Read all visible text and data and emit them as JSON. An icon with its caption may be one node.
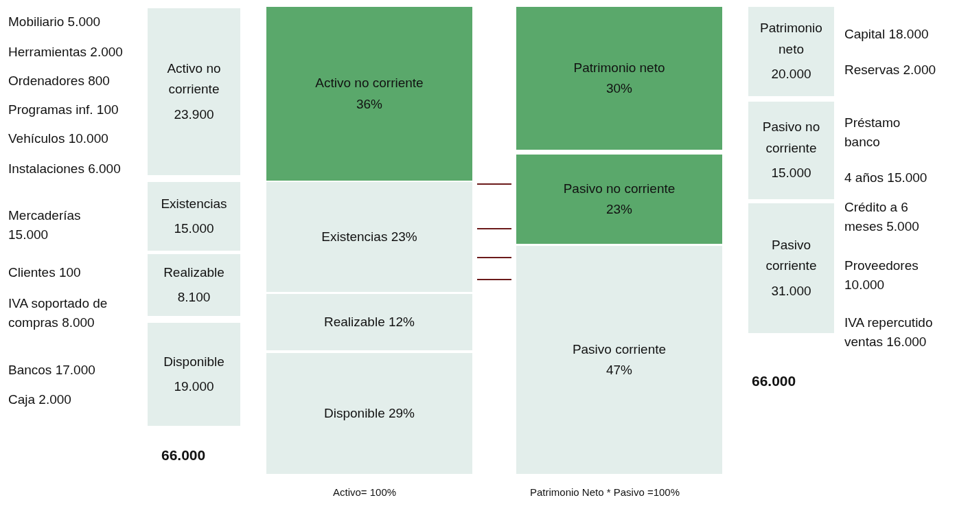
{
  "diagram": {
    "nodes": [
      {
        "text": [
          "Activo no corriente",
          "23.900"
        ]
      },
      {
        "text": [
          "Existencias",
          "15.000"
        ]
      },
      {
        "text": [
          "Realizable",
          "8.100"
        ]
      },
      {
        "text": [
          "Disponible",
          "19.000"
        ]
      },
      {
        "text": [
          "Activo no corriente 36%"
        ]
      },
      {
        "text": [
          "Existencias 23%"
        ]
      },
      {
        "text": [
          "Realizable 12%"
        ]
      },
      {
        "text": [
          "Disponible 29%"
        ]
      },
      {
        "text": [
          "Patrimonio neto 30%"
        ]
      },
      {
        "text": [
          "Pasivo no corriente 23%"
        ]
      },
      {
        "text": [
          "Pasivo corriente 47%"
        ]
      },
      {
        "text": [
          "Patrimonio neto",
          "20.000"
        ]
      },
      {
        "text": [
          "Pasivo no corriente",
          "15.000"
        ]
      },
      {
        "text": [
          "Pasivo corriente",
          "31.000"
        ]
      }
    ],
    "edges": [],
    "labels": [
      "Mobiliario 5.000",
      "Herramientas 2.000",
      "Ordenadores 800",
      "Programas inf. 100",
      "Vehículos 10.000",
      "Instalaciones 6.000",
      "Mercaderías 15.000",
      "Clientes 100",
      "IVA soportado de compras 8.000",
      "Bancos 17.000",
      "Caja 2.000",
      "66.000",
      "Capital 18.000",
      "Reservas 2.000",
      "Préstamo banco",
      "4 años 15.000",
      "Crédito a 6 meses 5.000",
      "Proveedores 10.000",
      "IVA repercutido ventas 16.000",
      "66.000",
      "Activo= 100%",
      "Patrimonio Neto * Pasivo =100%"
    ]
  }
}
